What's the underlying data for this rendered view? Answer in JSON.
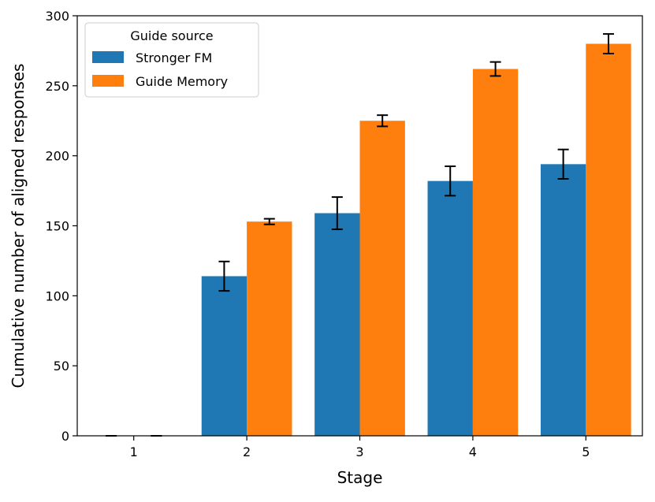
{
  "chart_data": {
    "type": "bar",
    "title": "",
    "xlabel": "Stage",
    "ylabel": "Cumulative number of aligned responses",
    "categories": [
      "1",
      "2",
      "3",
      "4",
      "5"
    ],
    "ylim": [
      0,
      300
    ],
    "yticks": [
      0,
      50,
      100,
      150,
      200,
      250,
      300
    ],
    "grid": false,
    "legend": {
      "title": "Guide source",
      "placement": "top-left"
    },
    "series": [
      {
        "name": "Stronger FM",
        "color": "#1f77b4",
        "values": [
          0,
          114,
          159,
          182,
          194
        ],
        "errors": [
          0,
          10.5,
          11.5,
          10.5,
          10.5
        ]
      },
      {
        "name": "Guide Memory",
        "color": "#ff7f0e",
        "values": [
          0,
          153,
          225,
          262,
          280
        ],
        "errors": [
          0,
          2,
          4,
          5,
          7
        ]
      }
    ]
  }
}
